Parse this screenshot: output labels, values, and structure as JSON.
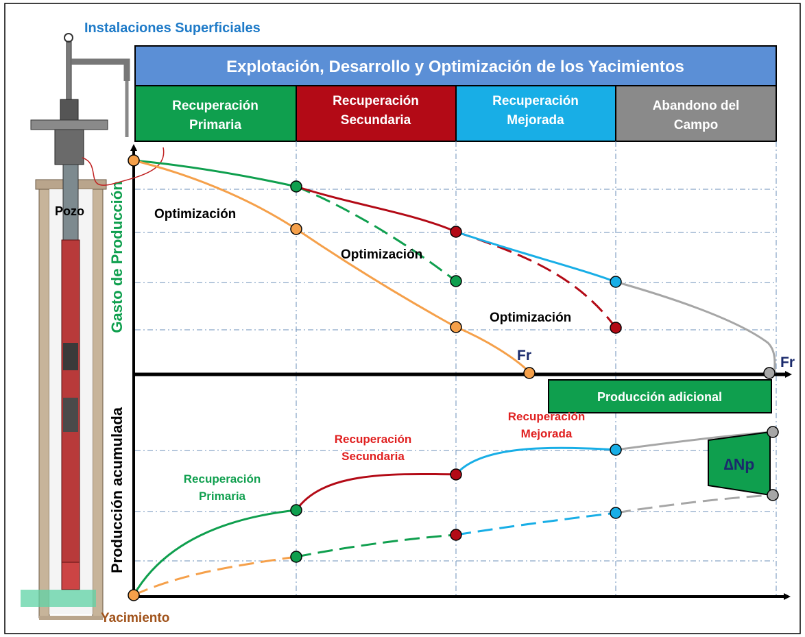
{
  "header": {
    "installations": "Instalaciones Superficiales",
    "banner": "Explotación, Desarrollo y Optimización de los Yacimientos"
  },
  "phases": [
    {
      "line1": "Recuperación",
      "line2": "Primaria",
      "color": "#0f9f4e"
    },
    {
      "line1": "Recuperación",
      "line2": "Secundaria",
      "color": "#b30a16"
    },
    {
      "line1": "Recuperación",
      "line2": "Mejorada",
      "color": "#18aee6"
    },
    {
      "line1": "Abandono del",
      "line2": "Campo",
      "color": "#8a8a8a"
    }
  ],
  "well": {
    "pozo": "Pozo",
    "yacimiento": "Yacimiento"
  },
  "axes": {
    "upper_ylabel": "Gasto de Producción",
    "lower_ylabel": "Producción acumulada"
  },
  "upper_labels": {
    "optim1": "Optimización",
    "optim2": "Optimización",
    "optim3": "Optimización",
    "fr1": "Fr",
    "fr2": "Fr"
  },
  "lower_labels": {
    "adicional": "Producción adicional",
    "primaria1": "Recuperación",
    "primaria2": "Primaria",
    "secundaria1": "Recuperación",
    "secundaria2": "Secundaria",
    "mejorada1": "Recuperación",
    "mejorada2": "Mejorada",
    "delta": "∆Np"
  },
  "colors": {
    "banner": "#5b8fd6",
    "primary": "#0f9f4e",
    "secondary": "#b30a16",
    "enhanced": "#18aee6",
    "abandon": "#a6a6a6",
    "base": "#f5a04a",
    "title_blue": "#1f7bc8",
    "brown": "#a0521a",
    "navy": "#1a2a6c"
  }
}
